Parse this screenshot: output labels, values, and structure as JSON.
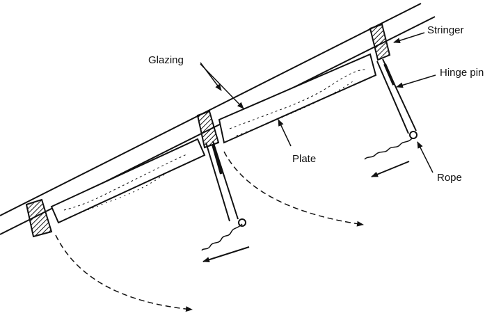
{
  "labels": {
    "stringer": "Stringer",
    "glazing": "Glazing",
    "hinge_pin": "Hinge pin",
    "plate": "Plate",
    "rope": "Rope"
  },
  "colors": {
    "ink": "#111111",
    "paper": "#ffffff"
  }
}
